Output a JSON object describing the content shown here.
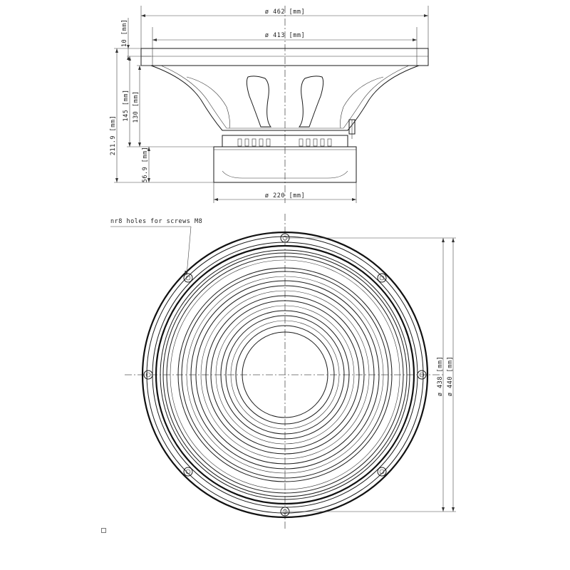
{
  "dimensions": {
    "outer_diameter": "ø 462 [mm]",
    "baffle_cutout": "ø 413 [mm]",
    "flange_thickness": "10 [mm]",
    "frame_depth": "145 [mm]",
    "mounting_depth": "130 [mm]",
    "overall_depth": "211.9 [mm]",
    "magnet_depth": "56.9 [mm]",
    "magnet_diameter": "ø 220 [mm]",
    "bolt_circle": "ø 438 [mm]",
    "inner_mounting": "ø 440 [mm]"
  },
  "notes": {
    "holes": "nr8 holes for screws M8"
  }
}
